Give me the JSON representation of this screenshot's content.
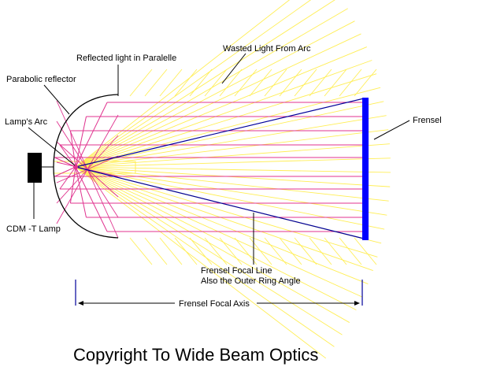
{
  "labels": {
    "reflected_light": "Reflected light in Paralelle",
    "wasted_light": "Wasted Light From Arc",
    "parabolic_reflector": "Parabolic reflector",
    "lamps_arc": "Lamp's Arc",
    "frensel": "Frensel",
    "cdm_lamp": "CDM -T Lamp",
    "focal_line_1": "Frensel Focal Line",
    "focal_line_2": "Also the Outer Ring Angle",
    "focal_axis": "Frensel Focal Axis"
  },
  "copyright": "Copyright To Wide Beam Optics",
  "colors": {
    "wasted_rays": "#ffee55",
    "reflected_rays": "#e0338f",
    "fresnel_lens": "#0000ff",
    "focal_lines": "#000099",
    "reflector": "#000000",
    "lamp": "#000000"
  }
}
